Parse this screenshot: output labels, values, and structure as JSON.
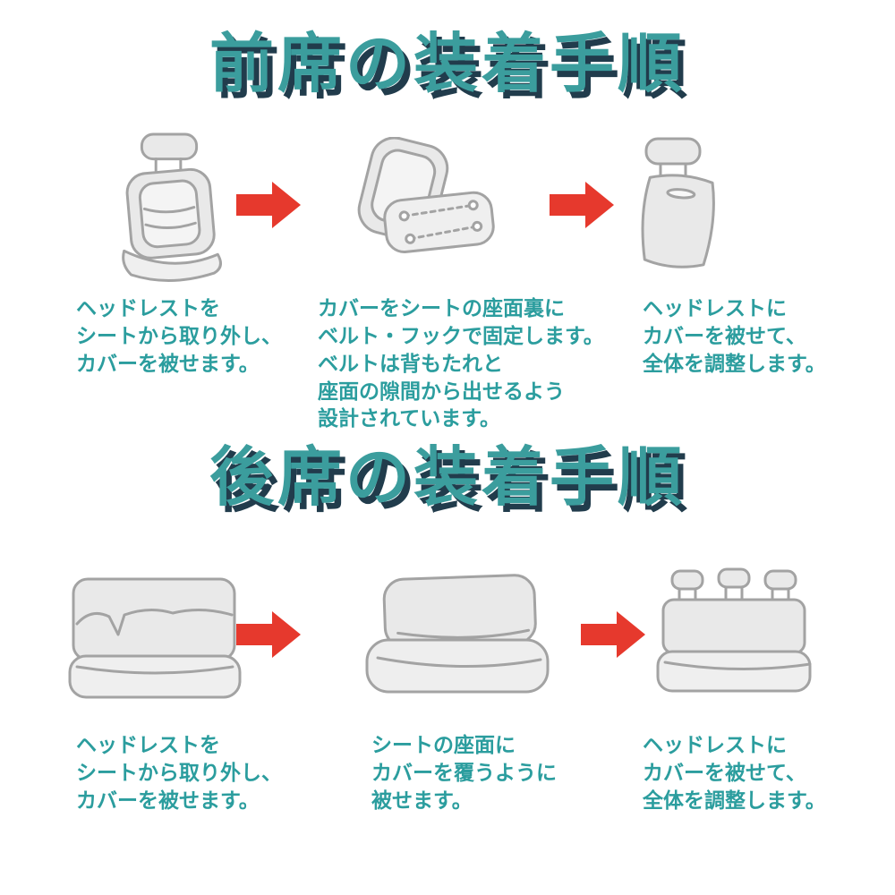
{
  "colors": {
    "title_text": "#3b9d9d",
    "title_shadow": "#213c4c",
    "caption_text": "#2b9d9e",
    "arrow_red": "#e6392d",
    "illustration_fill": "#e9e9e9",
    "illustration_stroke": "#a3a3a3",
    "background": "#ffffff"
  },
  "sections": [
    {
      "title": "前席の装着手順",
      "steps": [
        {
          "illustration": "front-seat-with-cover-illustration",
          "lines": [
            "ヘッドレストを",
            "シートから取り外し、",
            "カバーを被せます。"
          ]
        },
        {
          "illustration": "front-seat-underside-hooks-illustration",
          "lines": [
            "カバーをシートの座面裏に",
            "ベルト・フックで固定します。",
            "ベルトは背もたれと",
            "座面の隙間から出せるよう",
            "設計されています。"
          ]
        },
        {
          "illustration": "headrest-with-cover-illustration",
          "lines": [
            "ヘッドレストに",
            "カバーを被せて、",
            "全体を調整します。"
          ]
        }
      ]
    },
    {
      "title": "後席の装着手順",
      "steps": [
        {
          "illustration": "rear-bench-cover-draped-illustration",
          "lines": [
            "ヘッドレストを",
            "シートから取り外し、",
            "カバーを被せます。"
          ]
        },
        {
          "illustration": "rear-bench-covered-illustration",
          "lines": [
            "シートの座面に",
            "カバーを覆うように",
            "被せます。"
          ]
        },
        {
          "illustration": "rear-bench-with-headrests-illustration",
          "lines": [
            "ヘッドレストに",
            "カバーを被せて、",
            "全体を調整します。"
          ]
        }
      ]
    }
  ]
}
